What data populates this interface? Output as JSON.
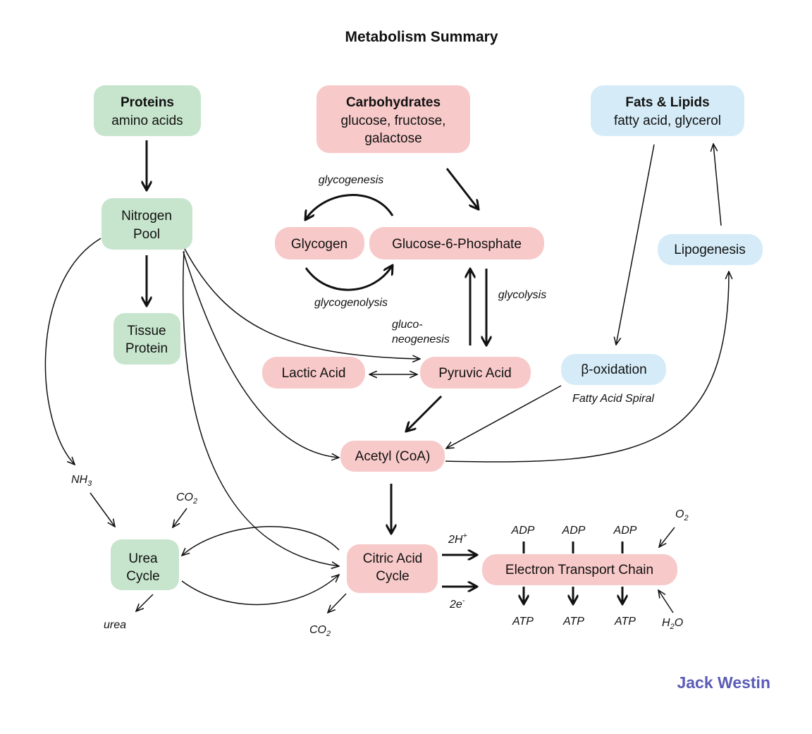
{
  "title": "Metabolism Summary",
  "brand": "Jack Westin",
  "colors": {
    "green": "#c7e5cd",
    "pink": "#f8c9c9",
    "blue": "#d5ecf8",
    "brand": "#5b5bb8"
  },
  "nodes": {
    "proteins": {
      "line1": "Proteins",
      "line2": "amino acids"
    },
    "carbohydrates": {
      "line1": "Carbohydrates",
      "line2": "glucose, fructose,",
      "line3": "galactose"
    },
    "fats": {
      "line1": "Fats & Lipids",
      "line2": "fatty acid, glycerol"
    },
    "nitrogen_pool": {
      "line1": "Nitrogen",
      "line2": "Pool"
    },
    "tissue_protein": {
      "line1": "Tissue",
      "line2": "Protein"
    },
    "glycogen": {
      "label": "Glycogen"
    },
    "g6p": {
      "label": "Glucose-6-Phosphate"
    },
    "lipogenesis": {
      "label": "Lipogenesis"
    },
    "lactic_acid": {
      "label": "Lactic Acid"
    },
    "pyruvic_acid": {
      "label": "Pyruvic Acid"
    },
    "beta_oxidation": {
      "label": "β-oxidation"
    },
    "acetyl_coa": {
      "label": "Acetyl (CoA)"
    },
    "urea_cycle": {
      "line1": "Urea",
      "line2": "Cycle"
    },
    "citric_acid_cycle": {
      "line1": "Citric Acid",
      "line2": "Cycle"
    },
    "etc": {
      "label": "Electron Transport Chain"
    }
  },
  "labels": {
    "glycogenesis": "glycogenesis",
    "glycogenolysis": "glycogenolysis",
    "glycolysis": "glycolysis",
    "gluco1": "gluco-",
    "gluco2": "neogenesis",
    "fatty_acid_spiral": "Fatty Acid Spiral",
    "nh3": "NH",
    "nh3_sub": "3",
    "co2": "CO",
    "co2_sub": "2",
    "urea": "urea",
    "h2": "2H",
    "h_sup": "+",
    "e2": "2e",
    "e_sup": "-",
    "adp": "ADP",
    "atp": "ATP",
    "o": "O",
    "o_sub": "2",
    "h": "H",
    "h_sub": "2",
    "water_o": "O"
  }
}
